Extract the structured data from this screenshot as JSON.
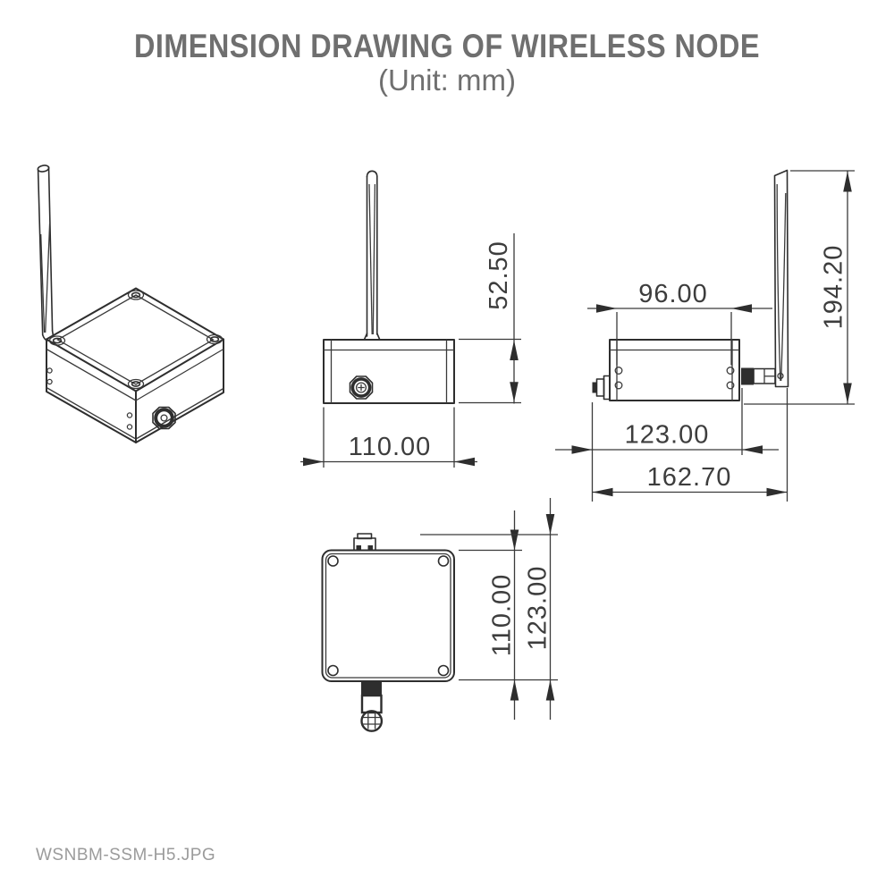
{
  "title": "DIMENSION DRAWING OF WIRELESS NODE",
  "subtitle": "(Unit: mm)",
  "footer_filename": "WSNBM-SSM-H5.JPG",
  "colors": {
    "heading": "#6f6f6f",
    "drawing_line": "#2e2e2e",
    "dimension_text": "#3d3d3d",
    "footer_text": "#9b9b9b"
  },
  "dimensions": {
    "front_width": "110.00",
    "front_body_height": "52.50",
    "side_hole_spacing": "96.00",
    "side_body_width": "123.00",
    "side_total_width": "162.70",
    "side_total_height": "194.20",
    "top_plate_size": "110.00",
    "top_overall_depth": "123.00"
  }
}
